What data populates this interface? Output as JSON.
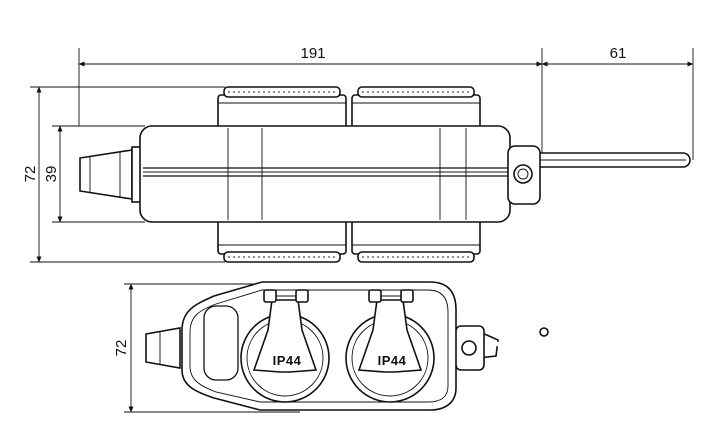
{
  "dimensions": {
    "top_length": "191",
    "handle_length": "61",
    "overall_height": "72",
    "body_height": "39",
    "bottom_height": "72"
  },
  "labels": {
    "socket_rating_left": "IP44",
    "socket_rating_right": "IP44"
  }
}
